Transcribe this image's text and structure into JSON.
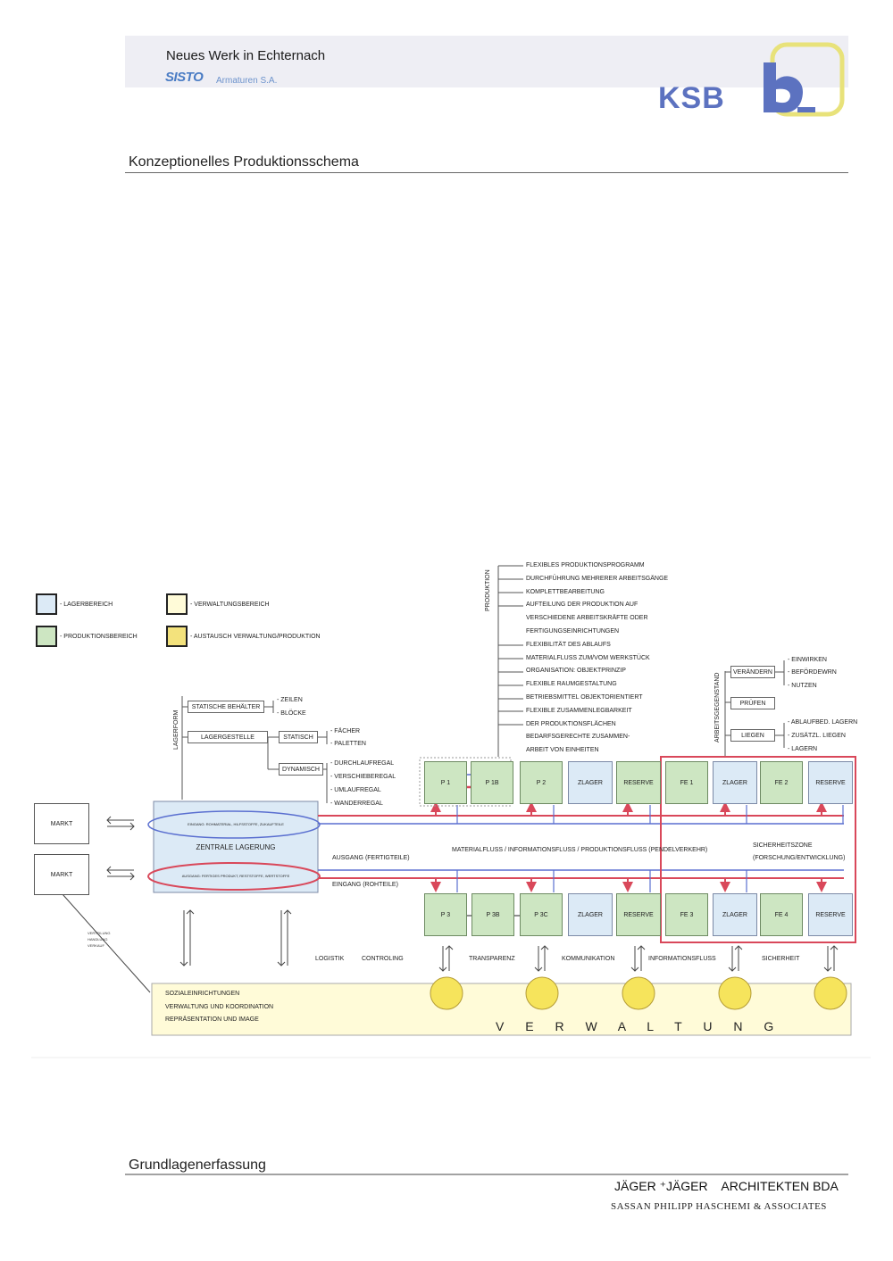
{
  "header": {
    "project_title": "Neues Werk in Echternach",
    "sisto_logo": "SISTO",
    "company_sub": "Armaturen S.A.",
    "ksb_logo": "KSB",
    "colors": {
      "ksb_blue": "#5c72c0",
      "ksb_yellow": "#e8e27a"
    }
  },
  "section_title": "Konzeptionelles Produktionsschema",
  "legend": {
    "lager": "- LAGERBEREICH",
    "produktion": "- PRODUKTIONSBEREICH",
    "verwaltung": "- VERWALTUNGSBEREICH",
    "austausch": "- AUSTAUSCH VERWALTUNG/PRODUKTION"
  },
  "produktion": {
    "label": "PRODUKTION",
    "items": [
      "FLEXIBLES PRODUKTIONSPROGRAMM",
      "DURCHFÜHRUNG MEHRERER ARBEITSGÄNGE",
      "KOMPLETTBEARBEITUNG",
      "AUFTEILUNG DER PRODUKTION AUF",
      "VERSCHIEDENE ARBEITSKRÄFTE ODER",
      "FERTIGUNGSEINRICHTUNGEN",
      "FLEXIBILITÄT DES ABLAUFS",
      "MATERIALFLUSS ZUM/VOM WERKSTÜCK",
      "ORGANISATION: OBJEKTPRINZIP",
      "FLEXIBLE RAUMGESTALTUNG",
      "BETRIEBSMITTEL OBJEKTORIENTIERT",
      "FLEXIBLE ZUSAMMENLEGBARKEIT",
      "DER PRODUKTIONSFLÄCHEN",
      "BEDARFSGERECHTE ZUSAMMEN-",
      "ARBEIT VON EINHEITEN"
    ]
  },
  "arbeitsgegenstand": {
    "label": "ARBEITSGEGENSTAND",
    "veraendern": "VERÄNDERN",
    "pruefen": "PRÜFEN",
    "liegen": "LIEGEN",
    "veraendern_items": [
      "- EINWIRKEN",
      "- BEFÖRDEWRN",
      "- NUTZEN"
    ],
    "liegen_items": [
      "- ABLAUFBED. LAGERN",
      "- ZUSÄTZL. LIEGEN",
      "- LAGERN"
    ]
  },
  "lagerform": {
    "label": "LAGERFORM",
    "statische": "STATISCHE BEHÄLTER",
    "statische_items": [
      "- ZEILEN",
      "- BLÖCKE"
    ],
    "lagergestelle": "LAGERGESTELLE",
    "statisch": "STATISCH",
    "statisch_items": [
      "- FÄCHER",
      "- PALETTEN"
    ],
    "dynamisch": "DYNAMISCH",
    "dynamisch_items": [
      "- DURCHLAUFREGAL",
      "- VERSCHIEBEREGAL",
      "- UMLAUFREGAL",
      "- WANDERREGAL"
    ]
  },
  "markets": [
    "MARKT",
    "MARKT"
  ],
  "zentral": {
    "title": "ZENTRALE LAGERUNG",
    "eingang": "EINGANG: ROHMATERIAL, HILFSSTOFFE, ZUKAUFTEILE",
    "ausgang": "AUSGANG: FERTIGES PRODUKT, RESTSTOFFE, WERTSTOFFE"
  },
  "flow": {
    "ausgang": "AUSGANG (FERTIGTEILE)",
    "eingang": "EINGANG (ROHTEILE)",
    "main": "MATERIALFLUSS / INFORMATIONSFLUSS / PRODUKTIONSFLUSS (PENDELVERKEHR)",
    "sicherheit1": "SICHERHEITSZONE",
    "sicherheit2": "(FORSCHUNG/ENTWICKLUNG)",
    "vertrieb": [
      "VERTEILUNG",
      "HANDLUNG",
      "VERKAUF"
    ]
  },
  "top_boxes": [
    "P 1",
    "P 1B",
    "P 2",
    "ZLAGER",
    "RESERVE",
    "FE 1",
    "ZLAGER",
    "FE 2",
    "RESERVE"
  ],
  "bottom_boxes": [
    "P 3",
    "P 3B",
    "P 3C",
    "ZLAGER",
    "RESERVE",
    "FE 3",
    "ZLAGER",
    "FE 4",
    "RESERVE"
  ],
  "functions": [
    "LOGISTIK",
    "CONTROLING",
    "TRANSPARENZ",
    "KOMMUNIKATION",
    "INFORMATIONSFLUSS",
    "SICHERHEIT"
  ],
  "verwaltung": {
    "lines": [
      "SOZIALEINRICHTUNGEN",
      "VERWALTUNG UND KOORDINATION",
      "REPRÄSENTATION UND IMAGE"
    ],
    "title": "V E R W A L T U N G"
  },
  "footer": {
    "section": "Grundlagenerfassung",
    "architects": "JÄGER ⁺JÄGER    ARCHITEKTEN BDA",
    "associates": "SASSAN PHILIPP HASCHEMI & ASSOCIATES"
  }
}
